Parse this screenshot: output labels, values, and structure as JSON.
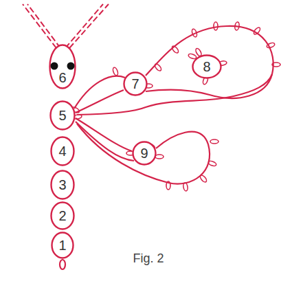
{
  "diagram": {
    "caption": "Fig. 2",
    "nodes": [
      {
        "text": [
          "1"
        ]
      },
      {
        "text": [
          "2"
        ]
      },
      {
        "text": [
          "3"
        ]
      },
      {
        "text": [
          "4"
        ]
      },
      {
        "text": [
          "5"
        ]
      },
      {
        "text": [
          "6"
        ]
      },
      {
        "text": [
          "7"
        ]
      },
      {
        "text": [
          "8"
        ]
      },
      {
        "text": [
          "9"
        ]
      }
    ]
  }
}
